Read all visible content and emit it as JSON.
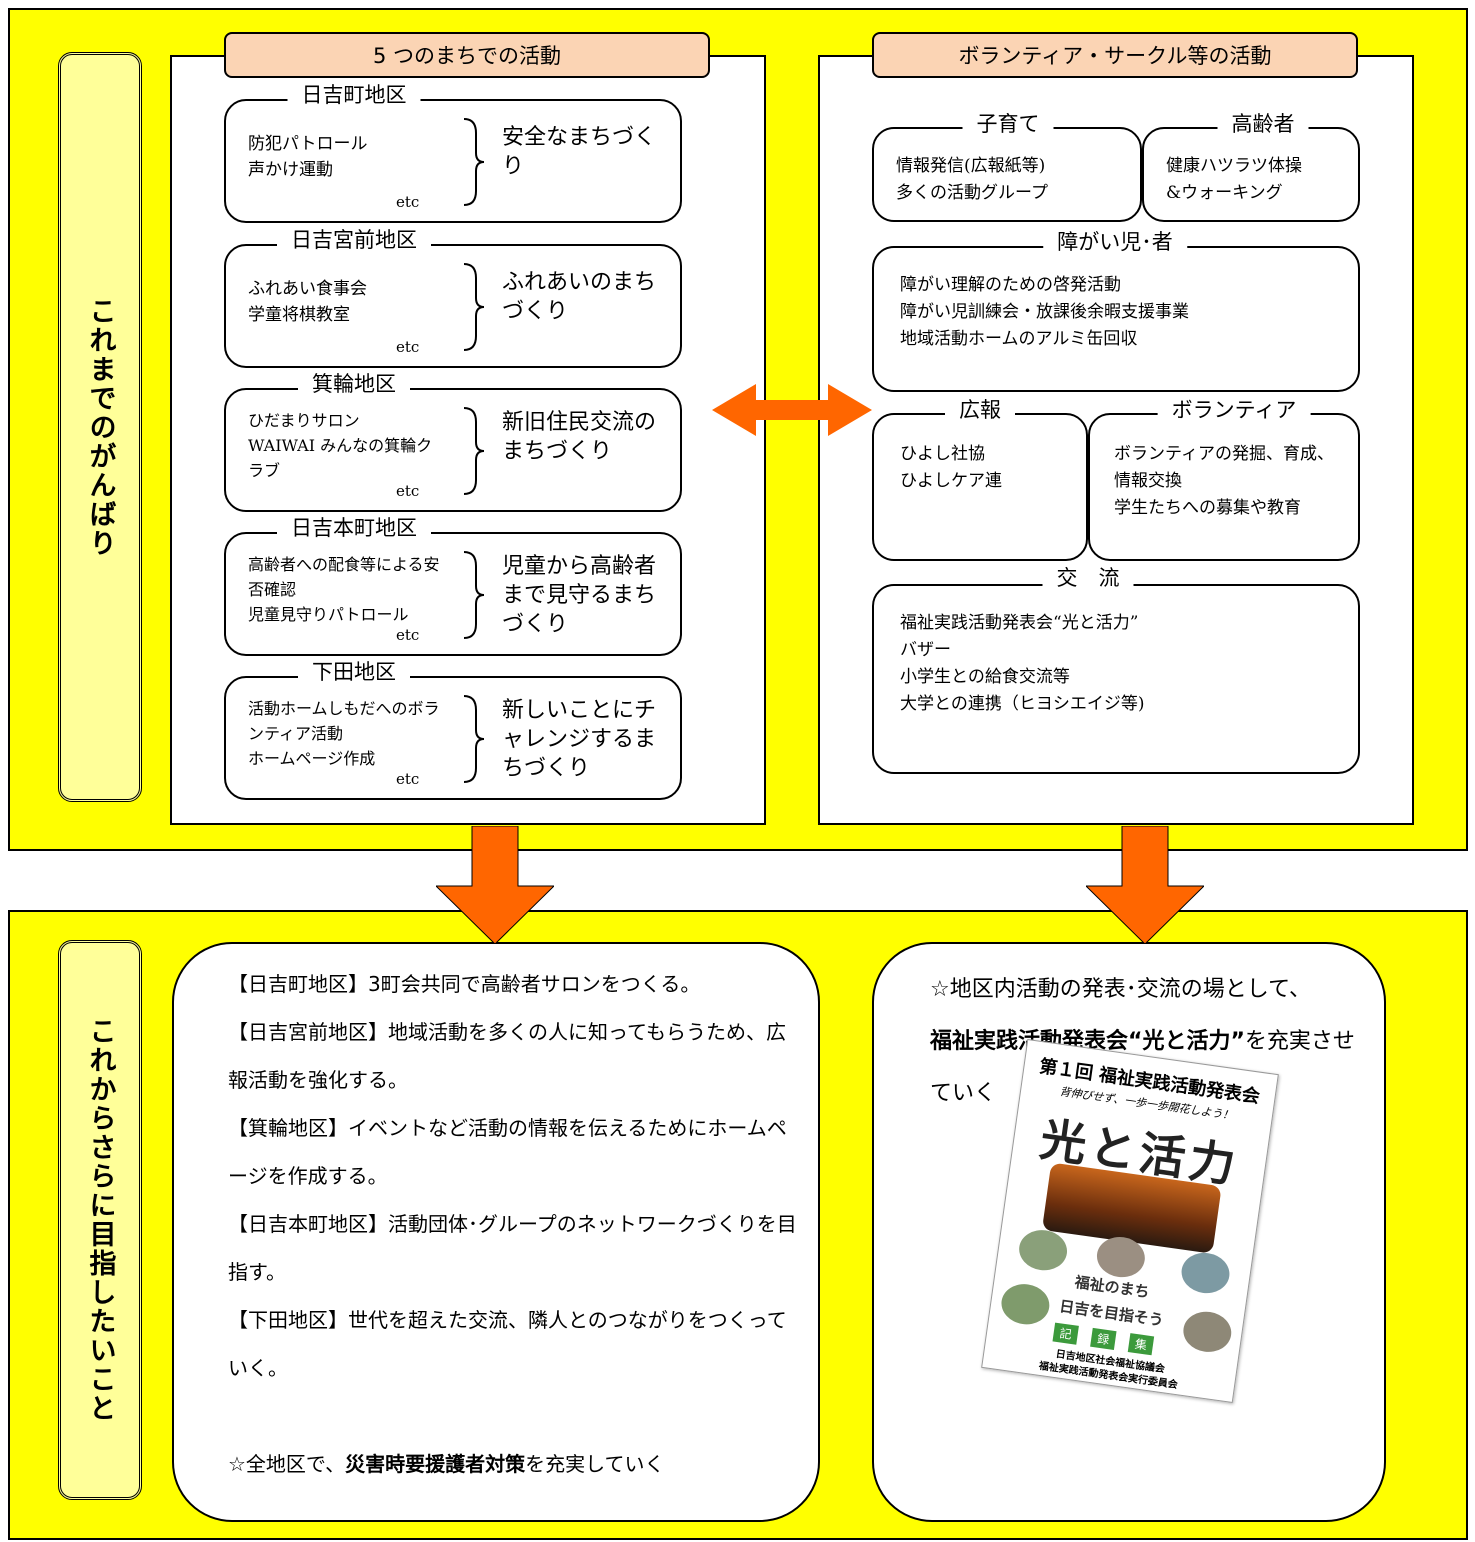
{
  "upper": {
    "side_label": "これまでのがんばり",
    "left_panel": {
      "tab": "5 つのまちでの活動",
      "districts": [
        {
          "name": "日吉町地区",
          "items": [
            "防犯パトロール",
            "声かけ運動"
          ],
          "etc": "etc",
          "goal": "安全なまちづくり"
        },
        {
          "name": "日吉宮前地区",
          "items": [
            "ふれあい食事会",
            "学童将棋教室"
          ],
          "etc": "etc",
          "goal": "ふれあいのまちづくり"
        },
        {
          "name": "箕輪地区",
          "items": [
            "ひだまりサロン",
            "WAIWAI みんなの箕輪クラブ"
          ],
          "etc": "etc",
          "goal": "新旧住民交流のまちづくり"
        },
        {
          "name": "日吉本町地区",
          "items": [
            "高齢者への配食等による安否確認",
            "児童見守りパトロール"
          ],
          "etc": "etc",
          "goal": "児童から高齢者まで見守るまちづくり"
        },
        {
          "name": "下田地区",
          "items": [
            "活動ホームしもだへのボランティア活動",
            "ホームページ作成"
          ],
          "etc": "etc",
          "goal": "新しいことにチャレンジするまちづくり"
        }
      ]
    },
    "right_panel": {
      "tab": "ボランティア・サークル等の活動",
      "boxes": {
        "kosodate": {
          "title": "子育て",
          "text": "情報発信(広報紙等)\n多くの活動グループ"
        },
        "koreisha": {
          "title": "高齢者",
          "text": "健康ハツラツ体操\n&ウォーキング"
        },
        "shogai": {
          "title": "障がい児･者",
          "text": "障がい理解のための啓発活動\n障がい児訓練会・放課後余暇支援事業\n地域活動ホームのアルミ缶回収"
        },
        "koho": {
          "title": "広報",
          "text": "ひよし社協\nひよしケア連"
        },
        "volunteer": {
          "title": "ボランティア",
          "text": "ボランティアの発掘、育成、情報交換\n学生たちへの募集や教育"
        },
        "koryu": {
          "title": "交　流",
          "text": "福祉実践活動発表会“光と活力”\nバザー\n小学生との給食交流等\n大学との連携（ヒヨシエイジ等)"
        }
      }
    }
  },
  "lower": {
    "side_label": "これからさらに目指したいこと",
    "left_box": {
      "paragraphs": [
        {
          "label": "【日吉町地区】",
          "text": "3町会共同で高齢者サロンをつくる。"
        },
        {
          "label": "【日吉宮前地区】",
          "text": "地域活動を多くの人に知ってもらうため、広報活動を強化する。"
        },
        {
          "label": "【箕輪地区】",
          "text": "イベントなど活動の情報を伝えるためにホームページを作成する。"
        },
        {
          "label": "【日吉本町地区】",
          "text": "活動団体･グループのネットワークづくりを目指す。"
        },
        {
          "label": "【下田地区】",
          "text": "世代を超えた交流、隣人とのつながりをつくっていく。"
        }
      ],
      "closing_prefix": "☆全地区で、",
      "closing_highlight": "災害時要援護者対策",
      "closing_suffix": "を充実していく"
    },
    "right_box": {
      "line1": "☆地区内活動の発表･交流の場として、",
      "highlight": "福祉実践活動発表会“光と活力”",
      "suffix": "を充実させていく",
      "booklet": {
        "title": "第１回 福祉実践活動発表会",
        "subtitle": "背伸びせず、一歩一歩開花しよう！",
        "main": "光と活力",
        "slogan1": "福祉のまち",
        "slogan2": "日吉を目指そう",
        "record": [
          "記",
          "録",
          "集"
        ],
        "org1": "日吉地区社会福祉協議会",
        "org2": "福祉実践活動発表会実行委員会"
      }
    }
  },
  "colors": {
    "background": "#ffff00",
    "side_label": "#ffff99",
    "tab": "#fbd4b4",
    "arrow": "#ff6600"
  }
}
